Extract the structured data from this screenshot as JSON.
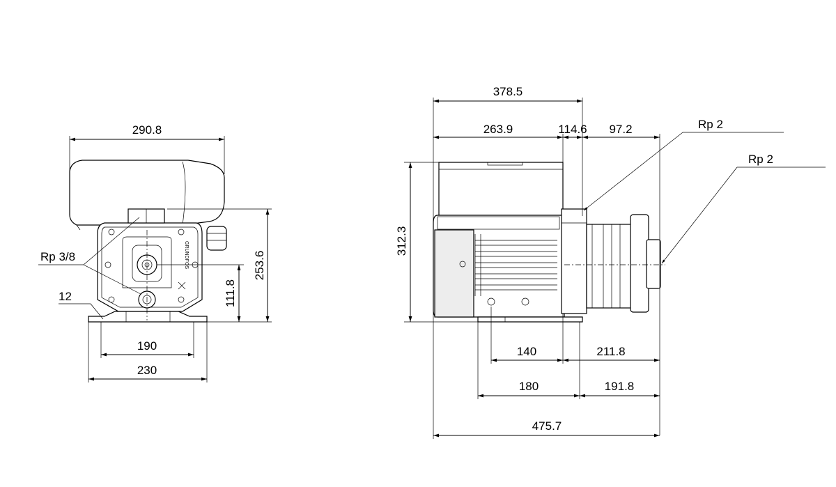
{
  "front_view": {
    "width_total": "290.8",
    "height_total": "253.6",
    "height_outlet": "111.8",
    "foot_width": "230",
    "foot_holes": "190",
    "foot_thickness": "12",
    "port_label": "Rp 3/8",
    "brand": "GRUNDFOS"
  },
  "side_view": {
    "length_top": "378.5",
    "motor_length": "263.9",
    "flange": "114.6",
    "pump_length": "97.2",
    "height_total": "312.3",
    "foot_holes": "140",
    "foot_to_inlet": "211.8",
    "foot_length": "180",
    "inlet_offset": "191.8",
    "length_total": "475.7",
    "outlet_label": "Rp 2",
    "inlet_label": "Rp 2"
  }
}
